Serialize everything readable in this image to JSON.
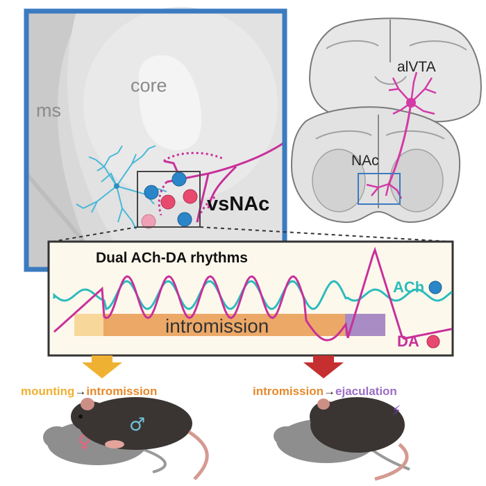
{
  "zoom_panel": {
    "core_label": "core",
    "ms_label": "ms",
    "region_label": "vsNAc"
  },
  "brain": {
    "source_label": "alVTA",
    "target_label": "NAc"
  },
  "rhythm_panel": {
    "title": "Dual ACh-DA rhythms",
    "ach_label": "ACh",
    "da_label": "DA",
    "phase_label": "intromission",
    "colors": {
      "ach": "#2bbcbc",
      "da": "#c8309a",
      "phase": "#eca867",
      "ejac": "#a98cc4"
    }
  },
  "transitions": {
    "left": {
      "from": "mounting",
      "arrow": "→",
      "to": "intromission"
    },
    "right": {
      "from": "intromission",
      "arrow": "→",
      "to": "ejaculation"
    }
  },
  "symbols": {
    "female": "♀",
    "male": "♂",
    "bolt": "⚡"
  },
  "colors": {
    "frame_blue": "#3b7bc0",
    "mounting_orange": "#f0b030",
    "intromission_orange": "#e58a2c",
    "ejaculation_purple": "#9b6ec4",
    "down_arrow_left": "#efb132",
    "down_arrow_right": "#c62f2f"
  }
}
